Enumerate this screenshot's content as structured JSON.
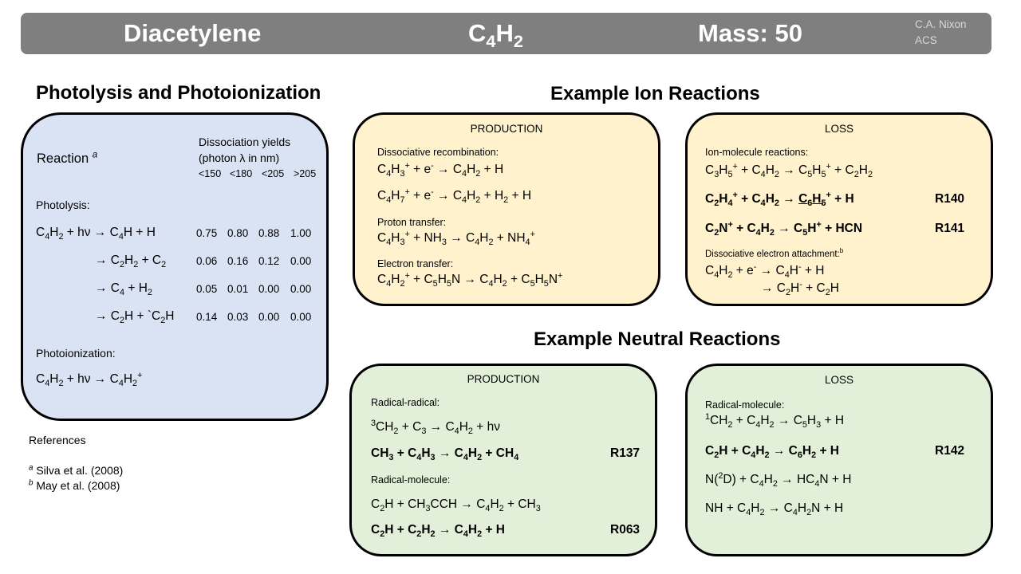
{
  "banner": {
    "name": "Diacetylene",
    "formula": "C4H2",
    "mass": "Mass: 50",
    "credit_line1": "C.A. Nixon",
    "credit_line2": "ACS"
  },
  "photolysis": {
    "heading": "Photolysis and Photoionization",
    "reaction_label": "Reaction",
    "reaction_note": "a",
    "yields_header_line1": "Dissociation yields",
    "yields_header_line2": "(photon λ in nm)",
    "columns": [
      "<150",
      "<180",
      "<205",
      ">205"
    ],
    "photolysis_label": "Photolysis:",
    "reactions": [
      {
        "equation": "C4H2 + hν → C4H + H",
        "yields": [
          "0.75",
          "0.80",
          "0.88",
          "1.00"
        ]
      },
      {
        "equation": "→ C2H2 + C2",
        "yields": [
          "0.06",
          "0.16",
          "0.12",
          "0.00"
        ]
      },
      {
        "equation": "→ C4 + H2",
        "yields": [
          "0.05",
          "0.01",
          "0.00",
          "0.00"
        ]
      },
      {
        "equation": "→ C2H + `C2H",
        "yields": [
          "0.14",
          "0.03",
          "0.00",
          "0.00"
        ]
      }
    ],
    "photoionization_label": "Photoionization:",
    "photoionization_equation": "C4H2 + hν → C4H2+"
  },
  "references": {
    "title": "References",
    "items": [
      {
        "mark": "a",
        "text": "Silva et al. (2008)"
      },
      {
        "mark": "b",
        "text": "May et al. (2008)"
      }
    ]
  },
  "ion_reactions": {
    "heading": "Example Ion Reactions",
    "production": {
      "title": "PRODUCTION",
      "groups": [
        {
          "label": "Dissociative recombination:",
          "equations": [
            "C4H3+ + e- → C4H2 + H",
            "C4H7+ + e- → C4H2 + H2 + H"
          ]
        },
        {
          "label": "Proton transfer:",
          "equations": [
            "C4H3+ + NH3 → C4H2 + NH4+"
          ]
        },
        {
          "label": "Electron transfer:",
          "equations": [
            "C4H2+ + C5H5N → C4H2 + C5H5N+"
          ]
        }
      ]
    },
    "loss": {
      "title": "LOSS",
      "label1": "Ion-molecule reactions:",
      "equations": [
        {
          "equation": "C3H5+ + C4H2 → C5H5+ + C2H2",
          "id": ""
        },
        {
          "equation": "C2H4+ + C4H2 → C6H5+ + H",
          "id": "R140"
        },
        {
          "equation": "C2N+ + C4H2 → C5H+ + HCN",
          "id": "R141"
        }
      ],
      "label2": "Dissociative electron attachment:",
      "label2_note": "b",
      "attachment_equations": [
        "C4H2 + e- → C4H- + H",
        "→ C2H- + C2H"
      ]
    }
  },
  "neutral_reactions": {
    "heading": "Example Neutral Reactions",
    "production": {
      "title": "PRODUCTION",
      "label1": "Radical-radical:",
      "equations1": [
        {
          "equation": "3CH2 + C3 → C4H2 + hν",
          "id": ""
        },
        {
          "equation": "CH3 + C4H3 → C4H2 + CH4",
          "id": "R137"
        }
      ],
      "label2": "Radical-molecule:",
      "equations2": [
        {
          "equation": "C2H + CH3CCH → C4H2 + CH3",
          "id": ""
        },
        {
          "equation": "C2H + C2H2 → C4H2 + H",
          "id": "R063"
        }
      ]
    },
    "loss": {
      "title": "LOSS",
      "label1": "Radical-molecule:",
      "equations": [
        {
          "equation": "1CH2 + C4H2 → C5H3 + H",
          "id": ""
        },
        {
          "equation": "C2H + C4H2 → C6H2 + H",
          "id": "R142"
        },
        {
          "equation": "N(2D) + C4H2 → HC4N + H",
          "id": ""
        },
        {
          "equation": "NH + C4H2 → C4H2N + H",
          "id": ""
        }
      ]
    }
  },
  "colors": {
    "banner": "#7f7f7f",
    "photolysis_box": "#dae3f3",
    "ion_box": "#fff2cc",
    "neutral_box": "#e2f0d9"
  }
}
